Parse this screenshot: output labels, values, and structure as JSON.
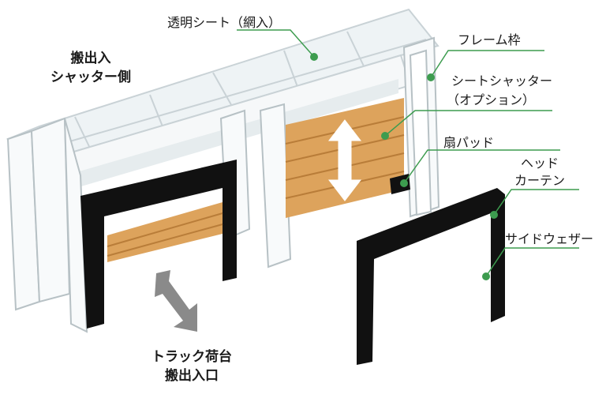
{
  "labels": {
    "transparent_sheet": "透明シート（網入）",
    "frame": "フレーム枠",
    "sheet_shutter_line1": "シートシャッター",
    "sheet_shutter_line2": "（オプション）",
    "fan_pad": "扇パッド",
    "head_curtain_line1": "ヘッド",
    "head_curtain_line2": "カーテン",
    "side_weather": "サイドウェザー",
    "shutter_side_line1": "搬出入",
    "shutter_side_line2": "シャッター側",
    "truck_line1": "トラック荷台",
    "truck_line2": "搬出入口"
  },
  "colors": {
    "leader": "#3d9c4f",
    "accent_dot": "#3d9c4f",
    "wood": "#dda35c",
    "wood_line": "#b97d39",
    "pad": "#111111",
    "glass": "#eef3f5",
    "frame": "#ffffff",
    "arrow_gray": "#8a8a8a"
  }
}
